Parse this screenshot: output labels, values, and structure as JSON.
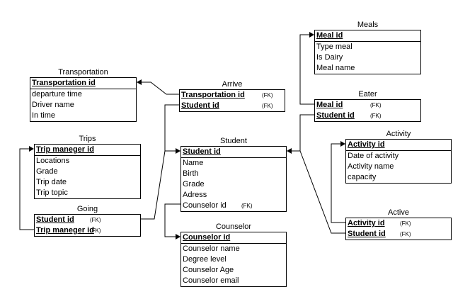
{
  "tables": {
    "meals": {
      "title": "Meals",
      "rows": [
        {
          "text": "Meal id",
          "key": true
        },
        {
          "text": "Type meal"
        },
        {
          "text": "Is Dairy"
        },
        {
          "text": "Meal name"
        }
      ]
    },
    "transportation": {
      "title": "Transportation",
      "rows": [
        {
          "text": "Transportation id",
          "key": true
        },
        {
          "text": "departure time"
        },
        {
          "text": "Driver name"
        },
        {
          "text": "In time"
        }
      ]
    },
    "arrive": {
      "title": "Arrive",
      "rows": [
        {
          "text": "Transportation id",
          "key": true,
          "fk": "(FK)"
        },
        {
          "text": "Student id",
          "key": true,
          "fk": "(FK)"
        }
      ]
    },
    "eater": {
      "title": "Eater",
      "rows": [
        {
          "text": "Meal id",
          "key": true,
          "fk": "(FK)"
        },
        {
          "text": "Student id",
          "key": true,
          "fk": "(FK)"
        }
      ]
    },
    "trips": {
      "title": "Trips",
      "rows": [
        {
          "text": "Trip maneger id",
          "key": true
        },
        {
          "text": "Locations"
        },
        {
          "text": "Grade"
        },
        {
          "text": "Trip date"
        },
        {
          "text": "Trip topic"
        }
      ]
    },
    "student": {
      "title": "Student",
      "rows": [
        {
          "text": "Student id",
          "key": true
        },
        {
          "text": "Name"
        },
        {
          "text": "Birth"
        },
        {
          "text": "Grade"
        },
        {
          "text": "Adress"
        },
        {
          "text": "Counselor id",
          "fk": "(FK)"
        }
      ]
    },
    "activity": {
      "title": "Activity",
      "rows": [
        {
          "text": "Activity id",
          "key": true
        },
        {
          "text": "Date of activity"
        },
        {
          "text": "Activity name"
        },
        {
          "text": "capacity"
        }
      ]
    },
    "going": {
      "title": "Going",
      "rows": [
        {
          "text": "Student id",
          "key": true,
          "fk": "(FK)"
        },
        {
          "text": "Trip maneger id",
          "key": true,
          "fk": "(FK)"
        }
      ]
    },
    "active": {
      "title": "Active",
      "rows": [
        {
          "text": "Activity id",
          "key": true,
          "fk": "(FK)"
        },
        {
          "text": "Student id",
          "key": true,
          "fk": "(FK)"
        }
      ]
    },
    "counselor": {
      "title": "Counselor",
      "rows": [
        {
          "text": "Counselor id",
          "key": true
        },
        {
          "text": "Counselor name"
        },
        {
          "text": "Degree level"
        },
        {
          "text": "Counselor Age"
        },
        {
          "text": "Counselor email"
        }
      ]
    }
  }
}
